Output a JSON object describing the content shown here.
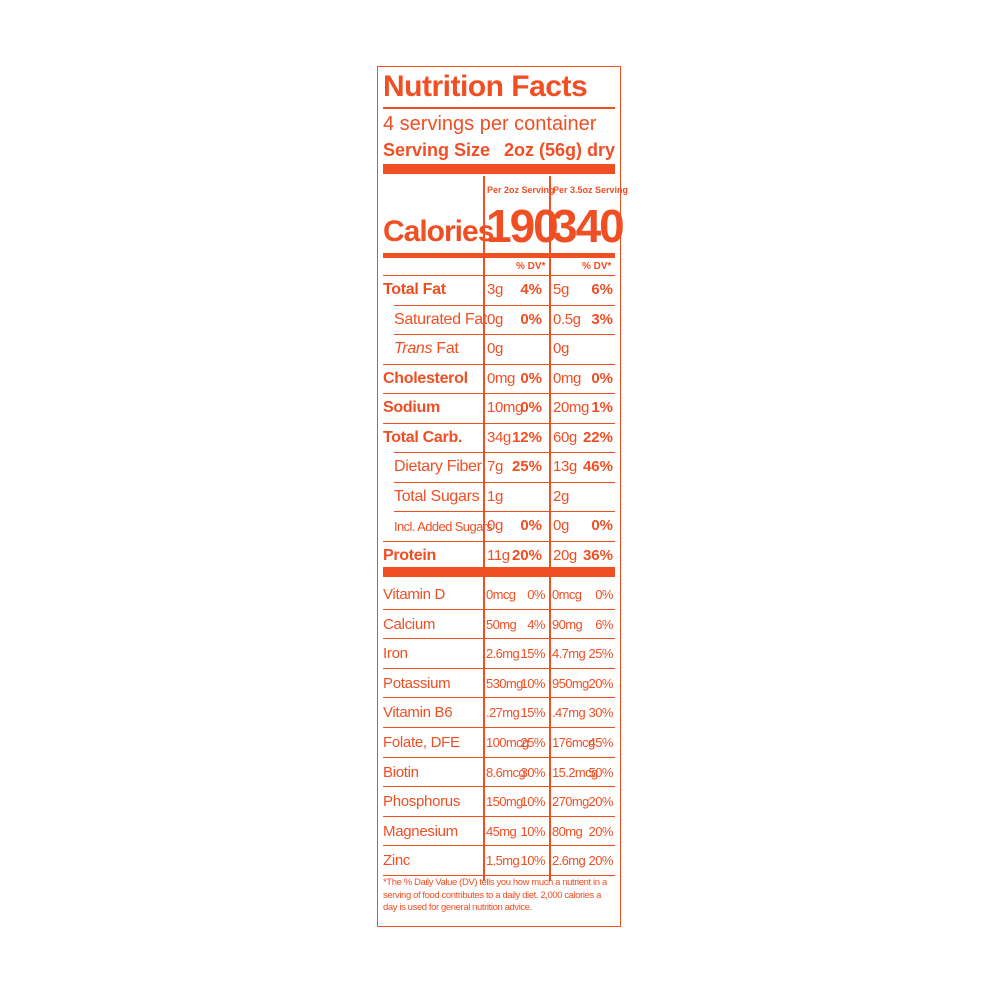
{
  "title": "Nutrition Facts",
  "servings_per_container": "4 servings per container",
  "serving_size_label": "Serving Size",
  "serving_size_value": "2oz (56g) dry",
  "col1_header": "Per 2oz Serving",
  "col2_header": "Per 3.5oz Serving",
  "calories_label": "Calories",
  "calories_col1": "190",
  "calories_col2": "340",
  "dv_header": "% DV*",
  "nutrients": [
    {
      "label": "Total Fat",
      "style": "bold",
      "a1": "3g",
      "p1": "4%",
      "a2": "5g",
      "p2": "6%"
    },
    {
      "label": "Saturated Fat",
      "style": "indent",
      "a1": "0g",
      "p1": "0%",
      "a2": "0.5g",
      "p2": "3%"
    },
    {
      "label_italic": "Trans",
      "label_rest": " Fat",
      "style": "indent",
      "a1": "0g",
      "p1": "",
      "a2": "0g",
      "p2": ""
    },
    {
      "label": "Cholesterol",
      "style": "bold",
      "a1": "0mg",
      "p1": "0%",
      "a2": "0mg",
      "p2": "0%"
    },
    {
      "label": "Sodium",
      "style": "bold",
      "a1": "10mg",
      "p1": "0%",
      "a2": "20mg",
      "p2": "1%"
    },
    {
      "label": "Total Carb.",
      "style": "bold",
      "a1": "34g",
      "p1": "12%",
      "a2": "60g",
      "p2": "22%"
    },
    {
      "label": "Dietary Fiber",
      "style": "indent",
      "a1": "7g",
      "p1": "25%",
      "a2": "13g",
      "p2": "46%"
    },
    {
      "label": "Total Sugars",
      "style": "indent",
      "a1": "1g",
      "p1": "",
      "a2": "2g",
      "p2": ""
    },
    {
      "label": "Incl. Added Sugars",
      "style": "indent2",
      "a1": "0g",
      "p1": "0%",
      "a2": "0g",
      "p2": "0%"
    },
    {
      "label": "Protein",
      "style": "bold",
      "a1": "11g",
      "p1": "20%",
      "a2": "20g",
      "p2": "36%"
    }
  ],
  "micronutrients": [
    {
      "label": "Vitamin D",
      "a1": "0mcg",
      "p1": "0%",
      "a2": "0mcg",
      "p2": "0%"
    },
    {
      "label": "Calcium",
      "a1": "50mg",
      "p1": "4%",
      "a2": "90mg",
      "p2": "6%"
    },
    {
      "label": "Iron",
      "a1": "2.6mg",
      "p1": "15%",
      "a2": "4.7mg",
      "p2": "25%"
    },
    {
      "label": "Potassium",
      "a1": "530mg",
      "p1": "10%",
      "a2": "950mg",
      "p2": "20%"
    },
    {
      "label": "Vitamin B6",
      "a1": ".27mg",
      "p1": "15%",
      "a2": ".47mg",
      "p2": "30%"
    },
    {
      "label": "Folate, DFE",
      "a1": "100mcg",
      "p1": "25%",
      "a2": "176mcg",
      "p2": "45%"
    },
    {
      "label": "Biotin",
      "a1": "8.6mcg",
      "p1": "30%",
      "a2": "15.2mcg",
      "p2": "50%"
    },
    {
      "label": "Phosphorus",
      "a1": "150mg",
      "p1": "10%",
      "a2": "270mg",
      "p2": "20%"
    },
    {
      "label": "Magnesium",
      "a1": "45mg",
      "p1": "10%",
      "a2": "80mg",
      "p2": "20%"
    },
    {
      "label": "Zinc",
      "a1": "1.5mg",
      "p1": "10%",
      "a2": "2.6mg",
      "p2": "20%"
    }
  ],
  "footnote": "*The % Daily Value (DV) tells you how much a nutrient in a serving of food contributes to a daily diet. 2,000 calories a day is used for general nutrition advice.",
  "accent_color": "#f04e23"
}
